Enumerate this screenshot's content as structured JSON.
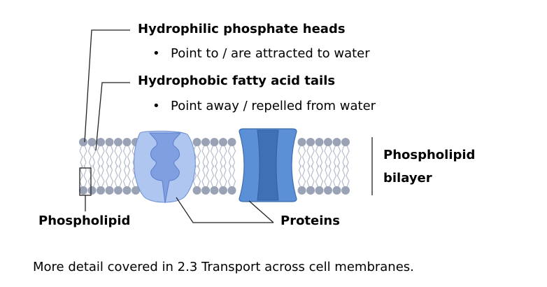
{
  "labels": {
    "heads_title": "Hydrophilic phosphate heads",
    "heads_point": "Point to / are attracted to water",
    "tails_title": "Hydrophobic fatty acid tails",
    "tails_point": "Point away / repelled from water",
    "bilayer_line1": "Phospholipid",
    "bilayer_line2": "bilayer",
    "phospholipid": "Phospholipid",
    "proteins": "Proteins"
  },
  "footer": "More detail covered in 2.3 Transport across cell membranes.",
  "colors": {
    "phosphate_head": "#9aa3b6",
    "tail": "#b7bdcb",
    "channel_protein": "#5b8fd6",
    "channel_protein_core": "#3f6fb4",
    "carrier_protein_outer": "#aec6f0",
    "carrier_protein_inner": "#7f9fe0",
    "leader_line": "#222222"
  }
}
